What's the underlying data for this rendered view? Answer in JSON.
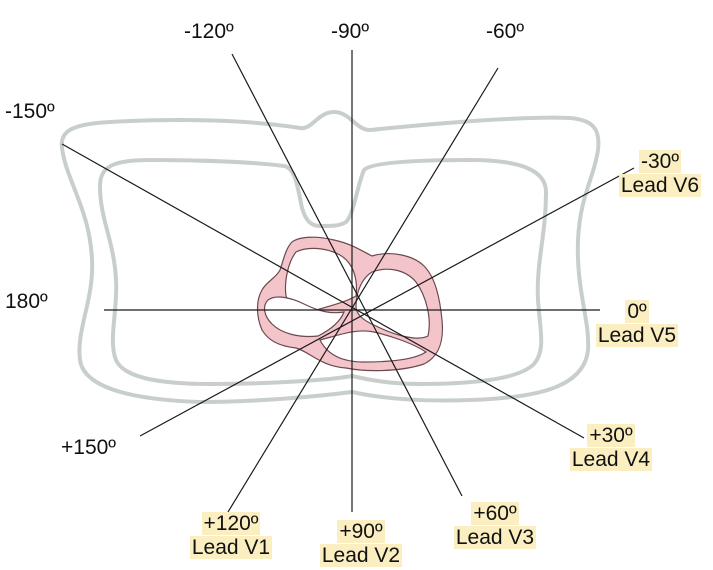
{
  "angles": {
    "neg120": "-120º",
    "neg90": "-90º",
    "neg60": "-60º",
    "neg150": "-150º",
    "neg30": "-30º",
    "a180": "180º",
    "a0": "0º",
    "pos150": "+150º",
    "pos30": "+30º",
    "pos120": "+120º",
    "pos90": "+90º",
    "pos60": "+60º"
  },
  "leads": {
    "v6": "Lead V6",
    "v5": "Lead V5",
    "v4": "Lead V4",
    "v1": "Lead V1",
    "v2": "Lead V2",
    "v3": "Lead V3"
  },
  "colors": {
    "torso_outline": "#c8cfcb",
    "heart_fill": "#f4c4cb",
    "heart_stroke": "#6a4a4e",
    "axis_line": "#1a1a1a",
    "label_highlight": "#fbeec0"
  }
}
